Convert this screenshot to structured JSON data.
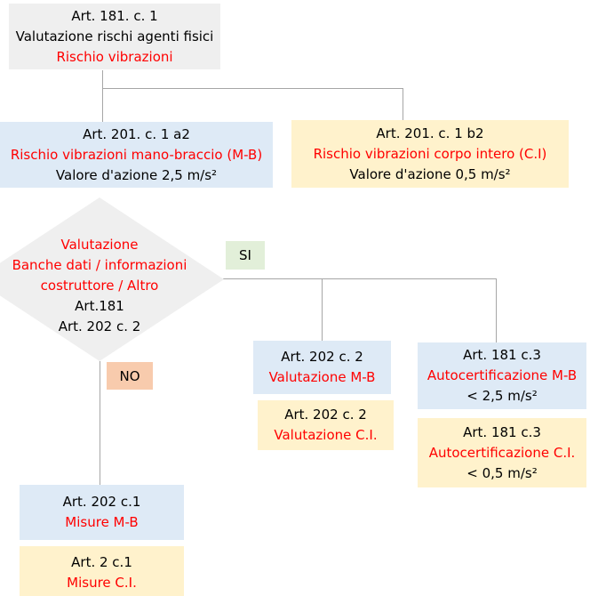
{
  "palette": {
    "gray_fill": "#EFEFEF",
    "blue_fill": "#DEEAF6",
    "yellow_fill": "#FFF2CC",
    "green_fill": "#E2EFD9",
    "orange_fill": "#F8CBAD",
    "red_text": "#FF0000",
    "black_text": "#000000",
    "line_color": "#A6A6A6"
  },
  "flowchart": {
    "top_box": {
      "article": "Art. 181. c. 1",
      "title": "Valutazione rischi agenti fisici",
      "highlight": "Rischio vibrazioni"
    },
    "mb_box": {
      "article": "Art. 201. c. 1 a2",
      "highlight": "Rischio vibrazioni mano-braccio (M-B)",
      "value": "Valore d'azione 2,5 m/s²"
    },
    "ci_box": {
      "article": "Art. 201. c. 1 b2",
      "highlight": "Rischio vibrazioni corpo intero (C.I)",
      "value": "Valore d'azione 0,5 m/s²"
    },
    "decision": {
      "highlight1": "Valutazione",
      "highlight2": "Banche dati / informazioni",
      "highlight3": "costruttore / Altro",
      "article1": "Art.181",
      "article2": "Art. 202 c. 2"
    },
    "branch_yes": "SI",
    "branch_no": "NO",
    "val_mb": {
      "article": "Art. 202 c. 2",
      "highlight": "Valutazione M-B"
    },
    "val_ci": {
      "article": "Art. 202 c. 2",
      "highlight": "Valutazione C.I."
    },
    "auto_mb": {
      "article": "Art. 181 c.3",
      "highlight": "Autocertificazione M-B",
      "value": "< 2,5 m/s²"
    },
    "auto_ci": {
      "article": "Art. 181 c.3",
      "highlight": "Autocertificazione C.I.",
      "value": "< 0,5 m/s²"
    },
    "misure_mb": {
      "article": "Art. 202 c.1",
      "highlight": "Misure M-B"
    },
    "misure_ci": {
      "article": "Art. 2 c.1",
      "highlight": "Misure C.I."
    }
  }
}
